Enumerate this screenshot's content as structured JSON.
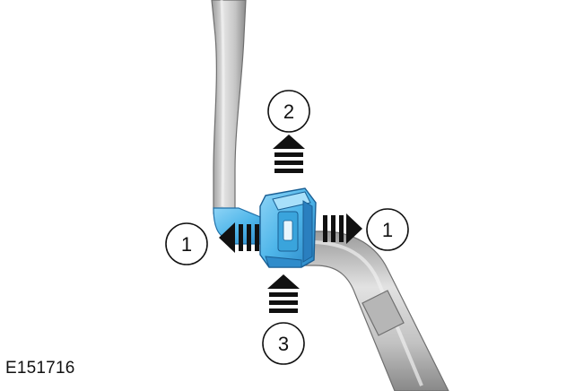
{
  "figure": {
    "id_label": "E151716"
  },
  "callouts": {
    "left": "1",
    "right": "1",
    "top": "2",
    "bottom": "3"
  },
  "colors": {
    "hose": "#c8c8c8",
    "hose_shadow": "#8d8d8d",
    "connector": "#4fb6ea",
    "connector_dark": "#1f78b8",
    "arrow": "#111111"
  }
}
